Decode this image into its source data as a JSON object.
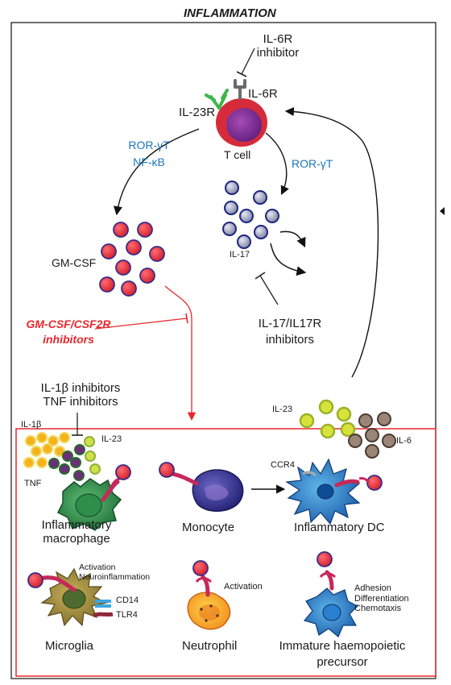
{
  "title": "INFLAMMATION",
  "top": {
    "il6r_inhibitor": [
      "IL-6R",
      "inhibitor"
    ],
    "il6r": "IL-6R",
    "il23r": "IL-23R",
    "t_cell": "T cell",
    "tf_left": [
      "ROR-γT",
      "NF-κB"
    ],
    "tf_right": "ROR-γT",
    "gmcsf": "GM-CSF",
    "il17": "IL-17",
    "il17_inhibitors": [
      "IL-17/IL17R",
      "inhibitors"
    ],
    "gmcsf_inhibitors": [
      "GM-CSF/CSF2R",
      "inhibitors"
    ],
    "il1b_tnf_inhibitors": [
      "IL-1β inhibitors",
      "TNF inhibitors"
    ],
    "il23_right": "IL-23",
    "il6": "IL-6"
  },
  "box": {
    "il1b": "IL-1β",
    "il23": "IL-23",
    "tnf": "TNF",
    "ccr4": "CCR4",
    "inflammatory_macrophage": [
      "Inflammatory",
      "macrophage"
    ],
    "monocyte": "Monocyte",
    "inflammatory_dc": "Inflammatory DC",
    "microglia_notes": [
      "Activation",
      "Neuroinflammation"
    ],
    "cd14": "CD14",
    "tlr4": "TLR4",
    "microglia": "Microglia",
    "neutrophil_note": "Activation",
    "neutrophil": "Neutrophil",
    "precursor_notes": [
      "Adhesion",
      "Differentiation",
      "Chemotaxis"
    ],
    "precursor": [
      "Immature haemopoietic",
      "precursor"
    ]
  },
  "colors": {
    "inhibitor_red": "#e8272c",
    "tf_blue": "#1b75bb",
    "gmcsf_dot": "#e0202a",
    "il17_dot": "#9ea2b8",
    "il23_dot": "#d7e33a",
    "il6_dot": "#9a8576",
    "tcell": "#d62b3a",
    "nucleus": "#8a2a94",
    "receptor": "#c7285a"
  }
}
